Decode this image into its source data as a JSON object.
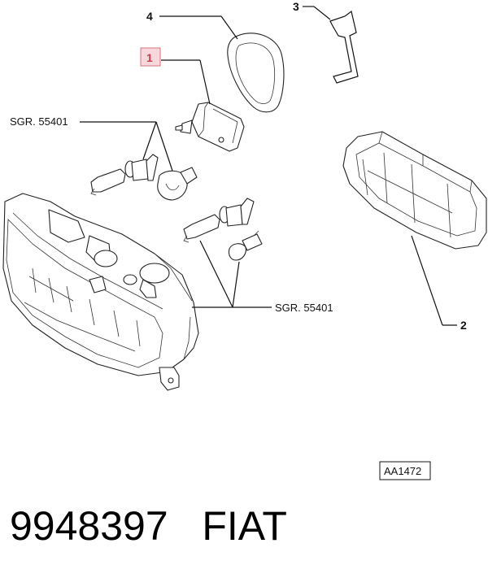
{
  "callouts": {
    "part_1": "1",
    "part_2": "2",
    "part_3": "3",
    "part_4": "4"
  },
  "references": {
    "sgr_top": "SGR. 55401",
    "sgr_bottom": "SGR. 55401"
  },
  "reference_code": "AA1472",
  "footer": {
    "part_number_line": "9948397   FIAT"
  },
  "colors": {
    "highlight_fill": "#f6d8dc",
    "highlight_stroke": "#d9707c",
    "line": "#111111"
  }
}
